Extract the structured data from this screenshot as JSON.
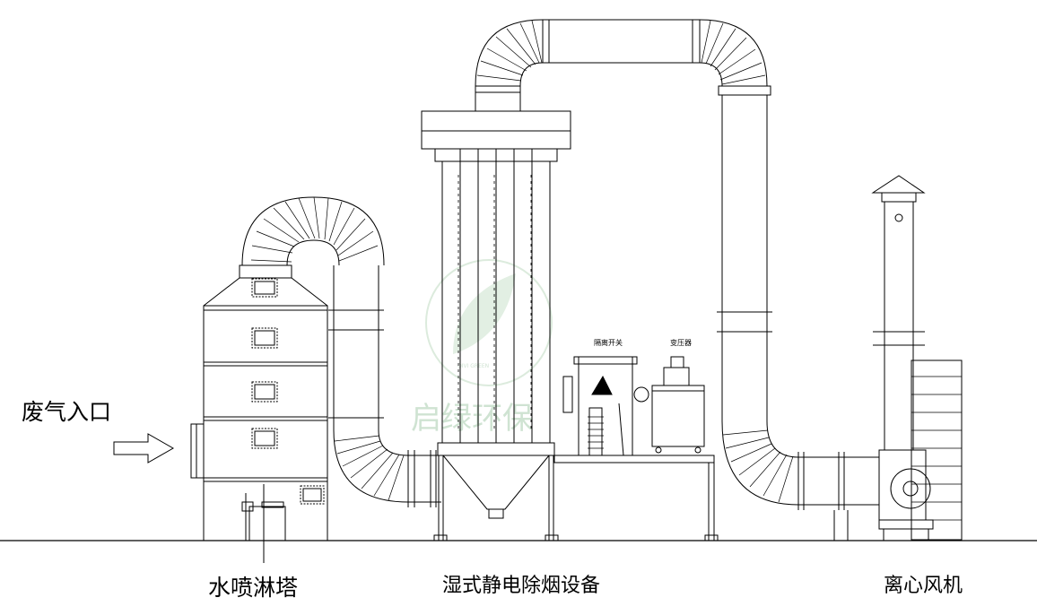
{
  "inlet_label": "废气入口",
  "tower_label": "水喷淋塔",
  "esp_label": "湿式静电除烟设备",
  "fan_label": "离心风机",
  "isolation_switch_label": "隔离开关",
  "transformer_label": "变压器",
  "watermark_text": "启绿环保",
  "watermark_small": "QIVI GREEN",
  "line_color": "#000000",
  "watermark_color": "#cfe3d2"
}
